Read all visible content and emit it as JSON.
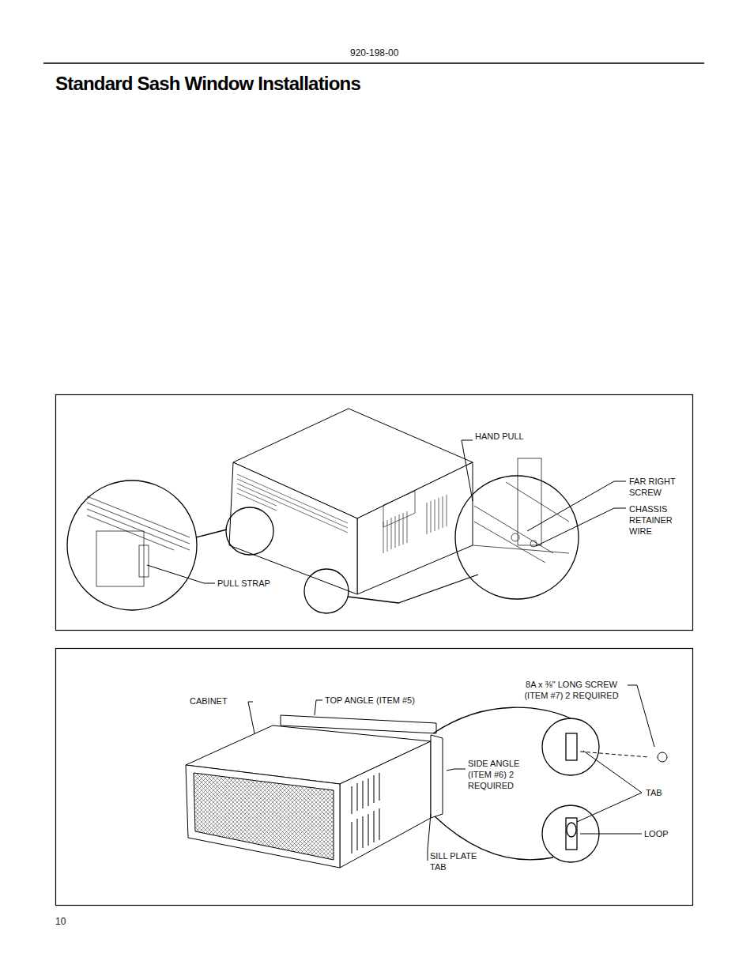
{
  "diagram": {
    "title": "Standard Sash Window Installations",
    "labels": [
      "920-198-00",
      "HAND PULL",
      "FAR RIGHT SCREW",
      "CHASSIS RETAINER WIRE",
      "PULL STRAP",
      "CABINET",
      "TOP ANGLE (ITEM #5)",
      "8A x ⅜\" LONG SCREW (ITEM #7) 2 REQUIRED",
      "SIDE ANGLE (ITEM #6) 2 REQUIRED",
      "SILL PLATE TAB",
      "TAB",
      "LOOP",
      "10"
    ]
  }
}
